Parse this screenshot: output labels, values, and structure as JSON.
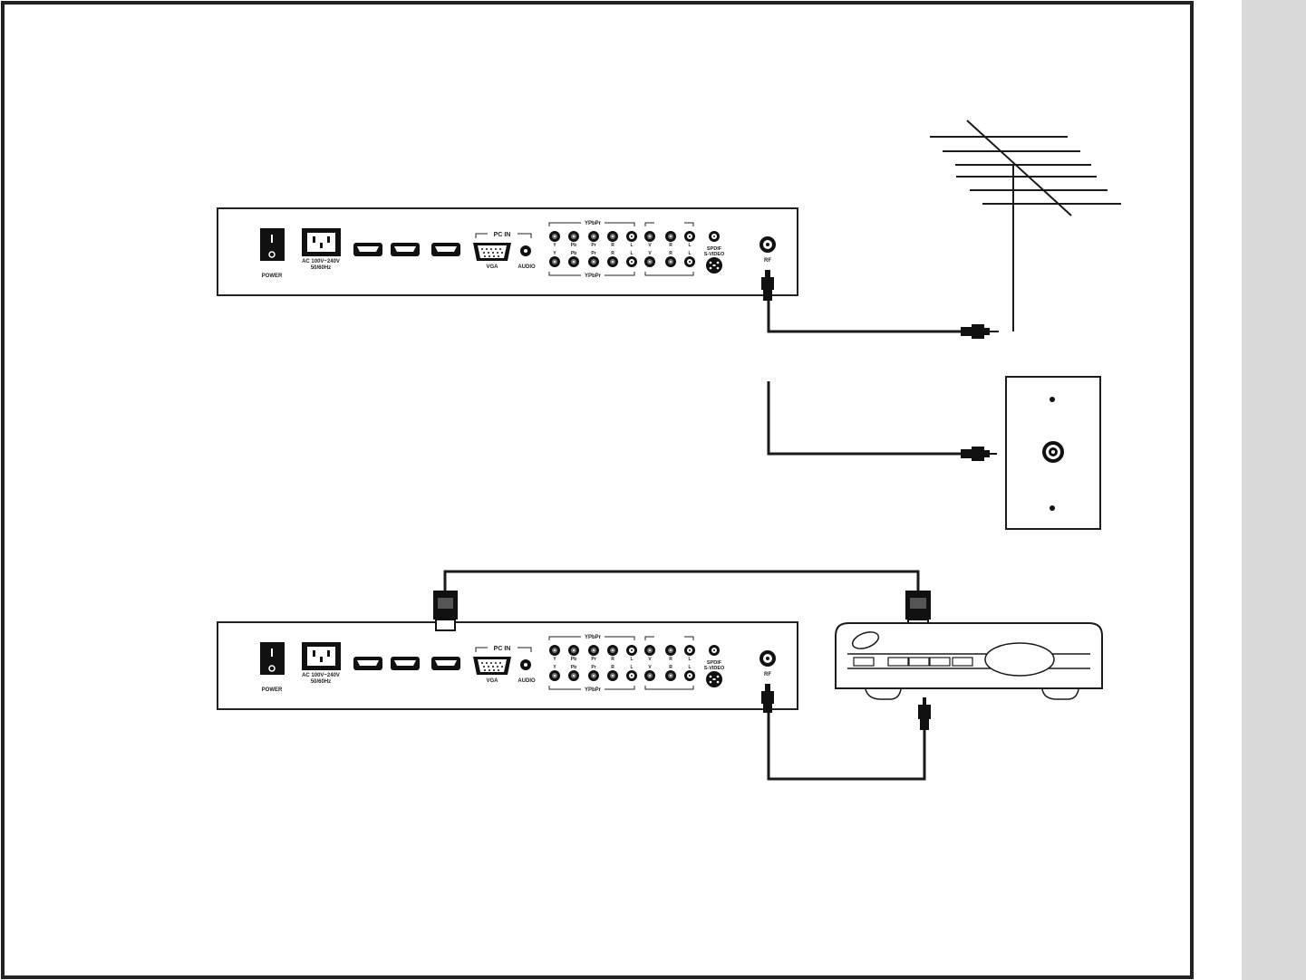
{
  "panel_labels": {
    "power": "POWER",
    "ac_line1": "AC 100V~240V",
    "ac_line2": "50/60Hz",
    "pc_in": "PC IN",
    "vga": "VGA",
    "audio": "AUDIO",
    "ypbpr": "YPbPr",
    "y": "Y",
    "pb": "Pb",
    "pr": "Pr",
    "r": "R",
    "l": "L",
    "v": "V",
    "spdif": "SPDIF",
    "svideo": "S-VIDEO",
    "rf": "RF"
  },
  "colors": {
    "frame": "#222222",
    "strip": "#d9d9d9",
    "line": "#1a1a1a"
  }
}
